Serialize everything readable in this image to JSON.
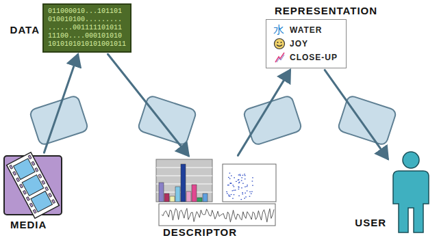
{
  "diagram": {
    "nodes": [
      {
        "text": [
          "DATA",
          "011000010...101101",
          "010010100.........",
          "......001111101011",
          "11100....000101010",
          "1010101010101001011"
        ]
      },
      {
        "text": [
          "REPRESENTATION",
          "水",
          "WATER",
          "JOY",
          "CLOSE-UP"
        ]
      },
      {
        "text": [
          "MEDIA"
        ]
      },
      {
        "text": [
          "DESCRIPTOR"
        ]
      },
      {
        "text": [
          "USER"
        ]
      }
    ],
    "edges": [
      {
        "from": 2,
        "to": 0,
        "arrow": "to"
      },
      {
        "from": 0,
        "to": 3,
        "arrow": "to"
      },
      {
        "from": 3,
        "to": 1,
        "arrow": "to"
      },
      {
        "from": 1,
        "to": 4,
        "arrow": "to"
      }
    ]
  }
}
